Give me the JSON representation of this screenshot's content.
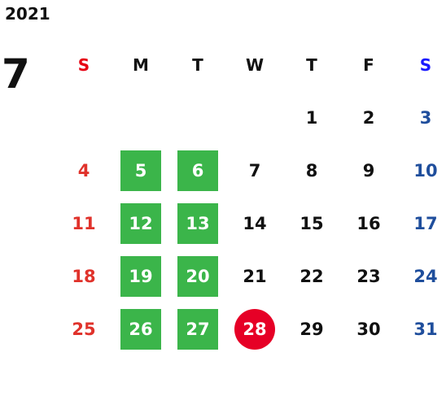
{
  "year": "2021",
  "month": "7",
  "weekdays": [
    {
      "label": "S",
      "color": "#e60012"
    },
    {
      "label": "M",
      "color": "#111111"
    },
    {
      "label": "T",
      "color": "#111111"
    },
    {
      "label": "W",
      "color": "#111111"
    },
    {
      "label": "T",
      "color": "#111111"
    },
    {
      "label": "F",
      "color": "#111111"
    },
    {
      "label": "S",
      "color": "#1a1aff"
    }
  ],
  "colors": {
    "sunday": "#e0322b",
    "saturday": "#1f4e9c",
    "weekday": "#111111",
    "highlight_green": "#3bb54a",
    "highlight_red": "#e60026"
  },
  "weeks": [
    [
      "",
      "",
      "",
      "",
      "1",
      "2",
      "3"
    ],
    [
      "4",
      "5",
      "6",
      "7",
      "8",
      "9",
      "10"
    ],
    [
      "11",
      "12",
      "13",
      "14",
      "15",
      "16",
      "17"
    ],
    [
      "18",
      "19",
      "20",
      "21",
      "22",
      "23",
      "24"
    ],
    [
      "25",
      "26",
      "27",
      "28",
      "29",
      "30",
      "31"
    ]
  ],
  "highlighted_green": [
    "5",
    "6",
    "12",
    "13",
    "19",
    "20",
    "26",
    "27"
  ],
  "highlighted_red": [
    "28"
  ]
}
